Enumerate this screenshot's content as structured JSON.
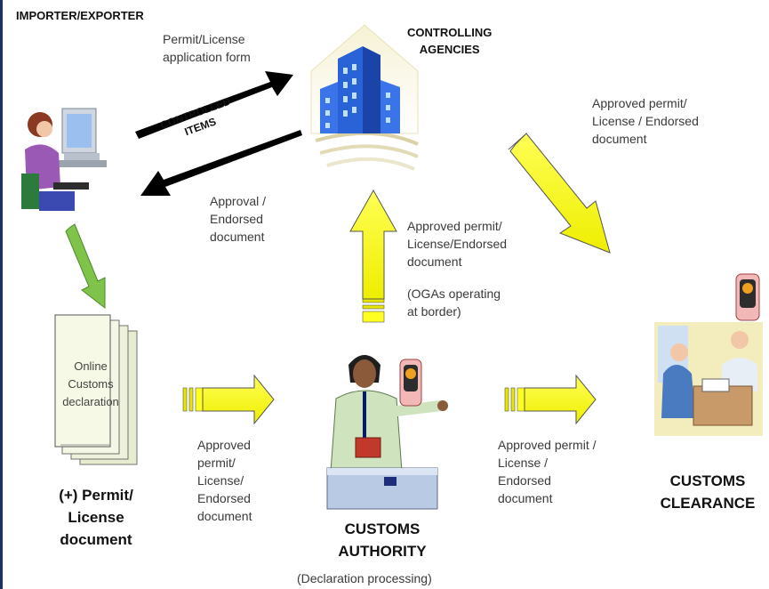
{
  "labels": {
    "importer_exporter": "IMPORTER/EXPORTER",
    "controlling_agencies": "CONTROLLING\nAGENCIES",
    "application_form": "Permit/License\napplication form",
    "controlled_items": "CONTROLLED\nITEMS",
    "approval_endorsed": "Approval /\nEndorsed\ndocument",
    "approved_top_right": "Approved permit/\nLicense / Endorsed\ndocument",
    "approved_center": "Approved permit/\nLicense/Endorsed\ndocument",
    "ogas": "(OGAs operating\nat border)",
    "online_customs": "Online\nCustoms\ndeclaration",
    "permit_license_doc": "(+) Permit/\nLicense\ndocument",
    "approved_bottom_left": "Approved\npermit/\nLicense/\nEndorsed\ndocument",
    "approved_bottom_right": "Approved permit /\nLicense /\nEndorsed\ndocument",
    "customs_authority": "CUSTOMS\nAUTHORITY",
    "declaration_processing": "(Declaration processing)",
    "customs_clearance": "CUSTOMS\nCLEARANCE"
  },
  "colors": {
    "arrow_yellow": "#ffff22",
    "arrow_black": "#000000",
    "arrow_green": "#7fc34a",
    "building_blue": "#2a62d8",
    "frame_navy": "#1b2f6b"
  },
  "icons": [
    "person-at-computer-icon",
    "office-building-icon",
    "document-stack-icon",
    "customs-officer-icon",
    "customs-clearance-icon",
    "customs-badge-icon"
  ]
}
